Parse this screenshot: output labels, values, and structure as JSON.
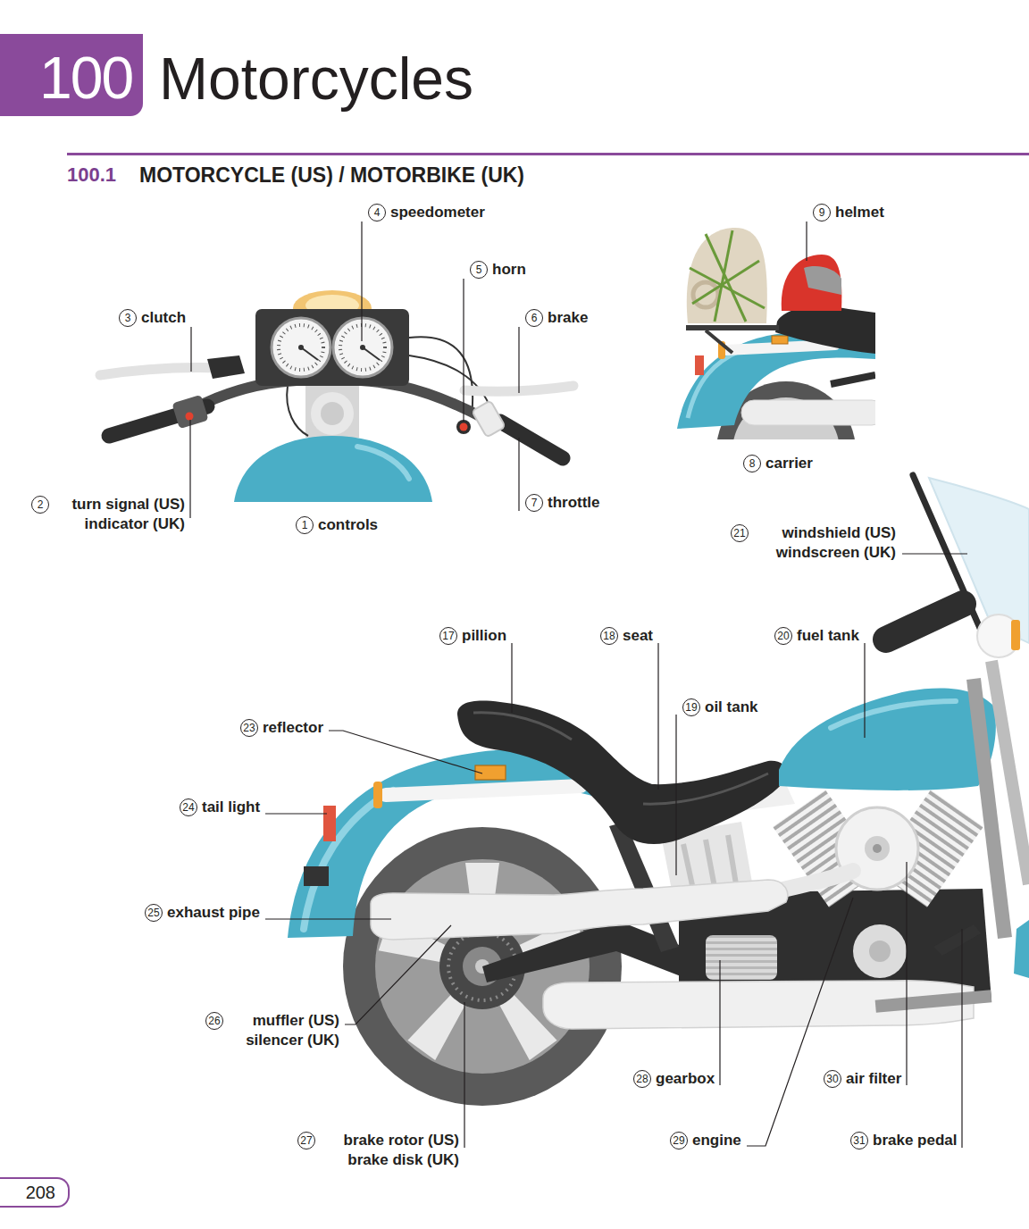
{
  "diagram": {
    "title": "Motorcycles",
    "nodes": [
      {
        "text": [
          "100"
        ]
      },
      {
        "text": [
          "1",
          "controls"
        ]
      },
      {
        "text": [
          "2",
          "turn signal (US) indicator (UK)"
        ]
      },
      {
        "text": [
          "3",
          "clutch"
        ]
      },
      {
        "text": [
          "4",
          "speedometer"
        ]
      },
      {
        "text": [
          "5",
          "horn"
        ]
      },
      {
        "text": [
          "6",
          "brake"
        ]
      },
      {
        "text": [
          "7",
          "throttle"
        ]
      },
      {
        "text": [
          "8",
          "carrier"
        ]
      },
      {
        "text": [
          "9",
          "helmet"
        ]
      },
      {
        "text": [
          "17",
          "pillion"
        ]
      },
      {
        "text": [
          "18",
          "seat"
        ]
      },
      {
        "text": [
          "19",
          "oil tank"
        ]
      },
      {
        "text": [
          "20",
          "fuel tank"
        ]
      },
      {
        "text": [
          "21",
          "windshield (US) windscreen (UK)"
        ]
      },
      {
        "text": [
          "23",
          "reflector"
        ]
      },
      {
        "text": [
          "24",
          "tail light"
        ]
      },
      {
        "text": [
          "25",
          "exhaust pipe"
        ]
      },
      {
        "text": [
          "26",
          "muffler (US) silencer (UK)"
        ]
      },
      {
        "text": [
          "27",
          "brake rotor (US) brake disk (UK)"
        ]
      },
      {
        "text": [
          "28",
          "gearbox"
        ]
      },
      {
        "text": [
          "29",
          "engine"
        ]
      },
      {
        "text": [
          "30",
          "air filter"
        ]
      },
      {
        "text": [
          "31",
          "brake pedal"
        ]
      },
      {
        "text": [
          "208"
        ]
      }
    ],
    "labels": [
      "100.1",
      "MOTORCYCLE (US) / MOTORBIKE (UK)"
    ]
  }
}
